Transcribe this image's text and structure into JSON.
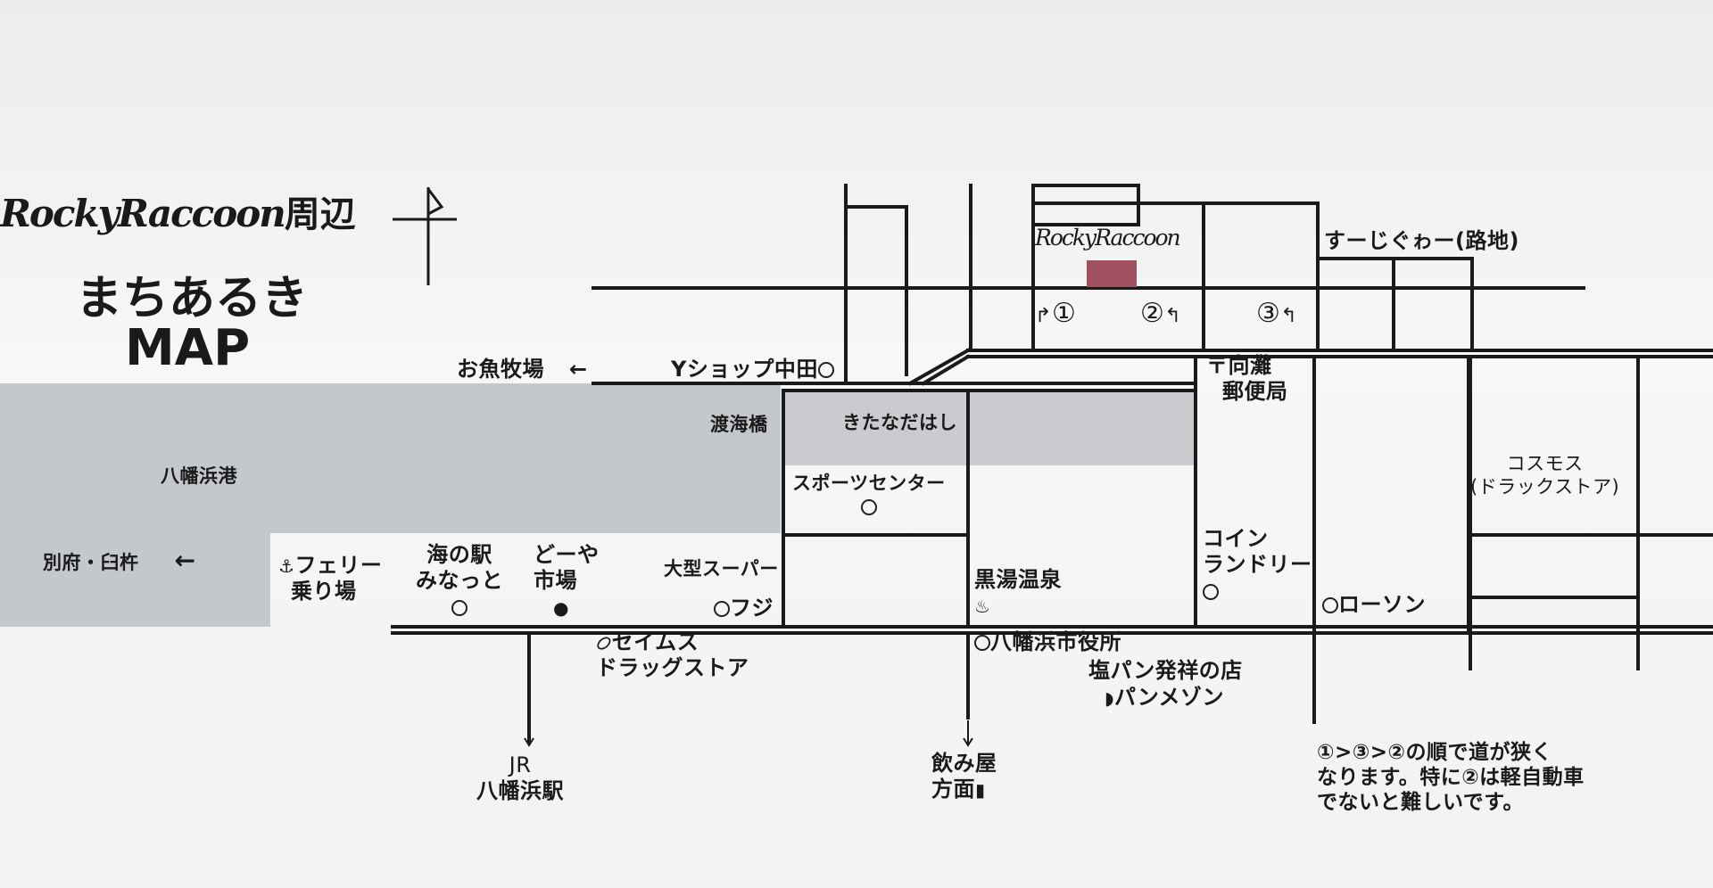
{
  "title": {
    "script_name": "RockyRaccoon",
    "suffix": "周辺",
    "line2": "まちあるき",
    "line3": "MAP"
  },
  "shop": {
    "name": "RockyRaccoon",
    "color": "#a05060"
  },
  "street_markers": {
    "one": "①",
    "two": "②",
    "three": "③",
    "turn_right": "↱",
    "turn_left": "↰"
  },
  "labels": {
    "alley": "すーじぐゎー(路地)",
    "fish_farm": "お魚牧場",
    "arrow_left": "←",
    "y_shop": "Yショップ中田",
    "post_office_mark": "〒",
    "post_office_line1": "向灘",
    "post_office_line2": "郵便局",
    "watari_bridge": "渡海橋",
    "kitanada_bridge": "きたなだはし",
    "sports_center": "スポーツセンター",
    "harbor": "八幡浜港",
    "cosmos_line1": "コスモス",
    "cosmos_line2": "(ドラックストア)",
    "beppu": "別府・臼杵",
    "ferry_line1": "フェリー",
    "ferry_line2": "乗り場",
    "umi_no_eki_line1": "海の駅",
    "umi_no_eki_line2": "みなっと",
    "doya_line1": "どーや",
    "doya_line2": "市場",
    "supermarket": "大型スーパー",
    "fuji": "フジ",
    "kuroyu": "黒湯温泉",
    "coin_laundry_line1": "コイン",
    "coin_laundry_line2": "ランドリー",
    "lawson": "ローソン",
    "seims_line1": "セイムス",
    "seims_line2": "ドラッグストア",
    "city_hall": "八幡浜市役所",
    "shio_pan": "塩パン発祥の店",
    "pain_maison": "パンメゾン",
    "jr": "JR",
    "yawatahama_station": "八幡浜駅",
    "nomiya_line1": "飲み屋",
    "nomiya_line2": "方面",
    "note_line1": "①>③>②の順で道が狭く",
    "note_line2": "なります。特に②は軽自動車",
    "note_line3": "でないと難しいです。"
  },
  "icons": {
    "north_arrow": "north-arrow-icon",
    "ferry": "ferry-icon",
    "market": "market-icon",
    "hot_spring": "hot-spring-icon",
    "pill": "pill-icon",
    "bread": "bread-icon",
    "bottle": "bottle-icon",
    "hot_spring_glyph": "♨"
  },
  "colors": {
    "sea": "#c3c6cb",
    "road": "#1a1a1a",
    "background": "#f3f3f3"
  }
}
